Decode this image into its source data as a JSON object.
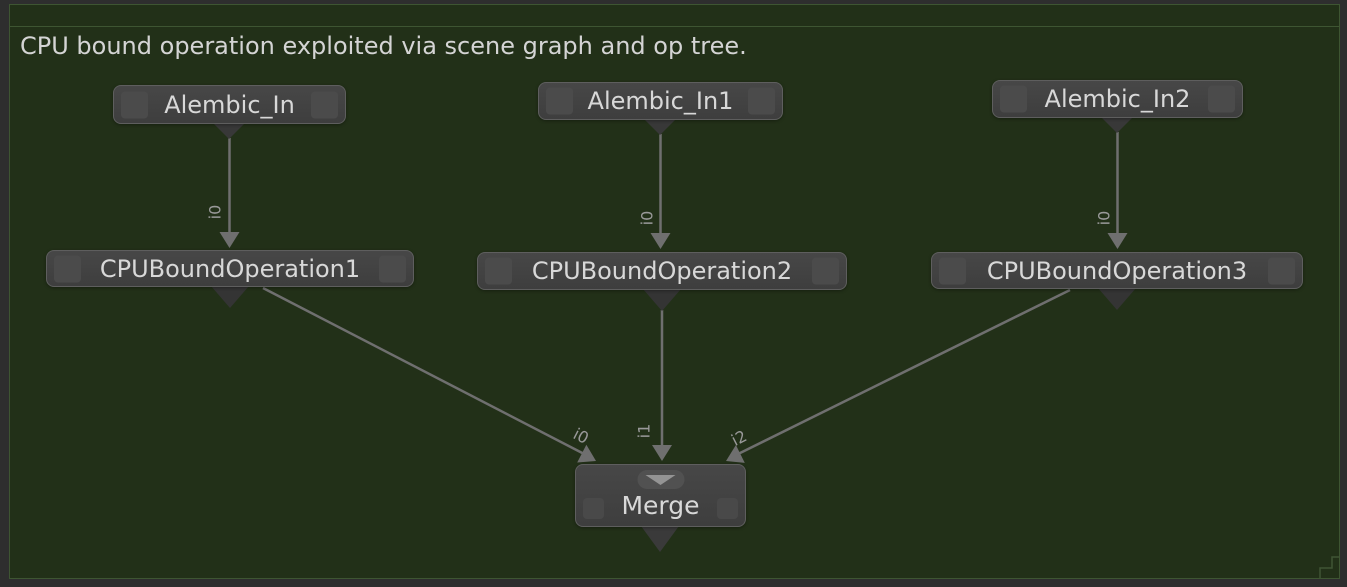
{
  "backdrop": {
    "title": "CPU bound operation exploited via scene graph and op tree.",
    "fill": "#223018",
    "border_color": "#3e5532"
  },
  "nodes": [
    {
      "id": "Alembic_In",
      "label": "Alembic_In",
      "type": "alembic-in"
    },
    {
      "id": "Alembic_In1",
      "label": "Alembic_In1",
      "type": "alembic-in"
    },
    {
      "id": "Alembic_In2",
      "label": "Alembic_In2",
      "type": "alembic-in"
    },
    {
      "id": "CPUBoundOperation1",
      "label": "CPUBoundOperation1",
      "type": "op"
    },
    {
      "id": "CPUBoundOperation2",
      "label": "CPUBoundOperation2",
      "type": "op"
    },
    {
      "id": "CPUBoundOperation3",
      "label": "CPUBoundOperation3",
      "type": "op"
    },
    {
      "id": "Merge",
      "label": "Merge",
      "type": "merge"
    }
  ],
  "edges": [
    {
      "from": "Alembic_In",
      "to": "CPUBoundOperation1",
      "label": "i0"
    },
    {
      "from": "Alembic_In1",
      "to": "CPUBoundOperation2",
      "label": "i0"
    },
    {
      "from": "Alembic_In2",
      "to": "CPUBoundOperation3",
      "label": "i0"
    },
    {
      "from": "CPUBoundOperation1",
      "to": "Merge",
      "label": "i0"
    },
    {
      "from": "CPUBoundOperation2",
      "to": "Merge",
      "label": "i1"
    },
    {
      "from": "CPUBoundOperation3",
      "to": "Merge",
      "label": "i2"
    }
  ],
  "colors": {
    "frame_background": "#2e2e2e",
    "backdrop_fill": "#223018",
    "backdrop_border": "#3e5532",
    "node_fill": "#414141",
    "node_border": "#5e5e5e",
    "node_text": "#d8d8d8",
    "edge": "#6f6f6f",
    "edge_label": "#999999"
  },
  "icons": {
    "merge_chevron": "chevron-down",
    "resize_handle": "staircase-resize"
  }
}
